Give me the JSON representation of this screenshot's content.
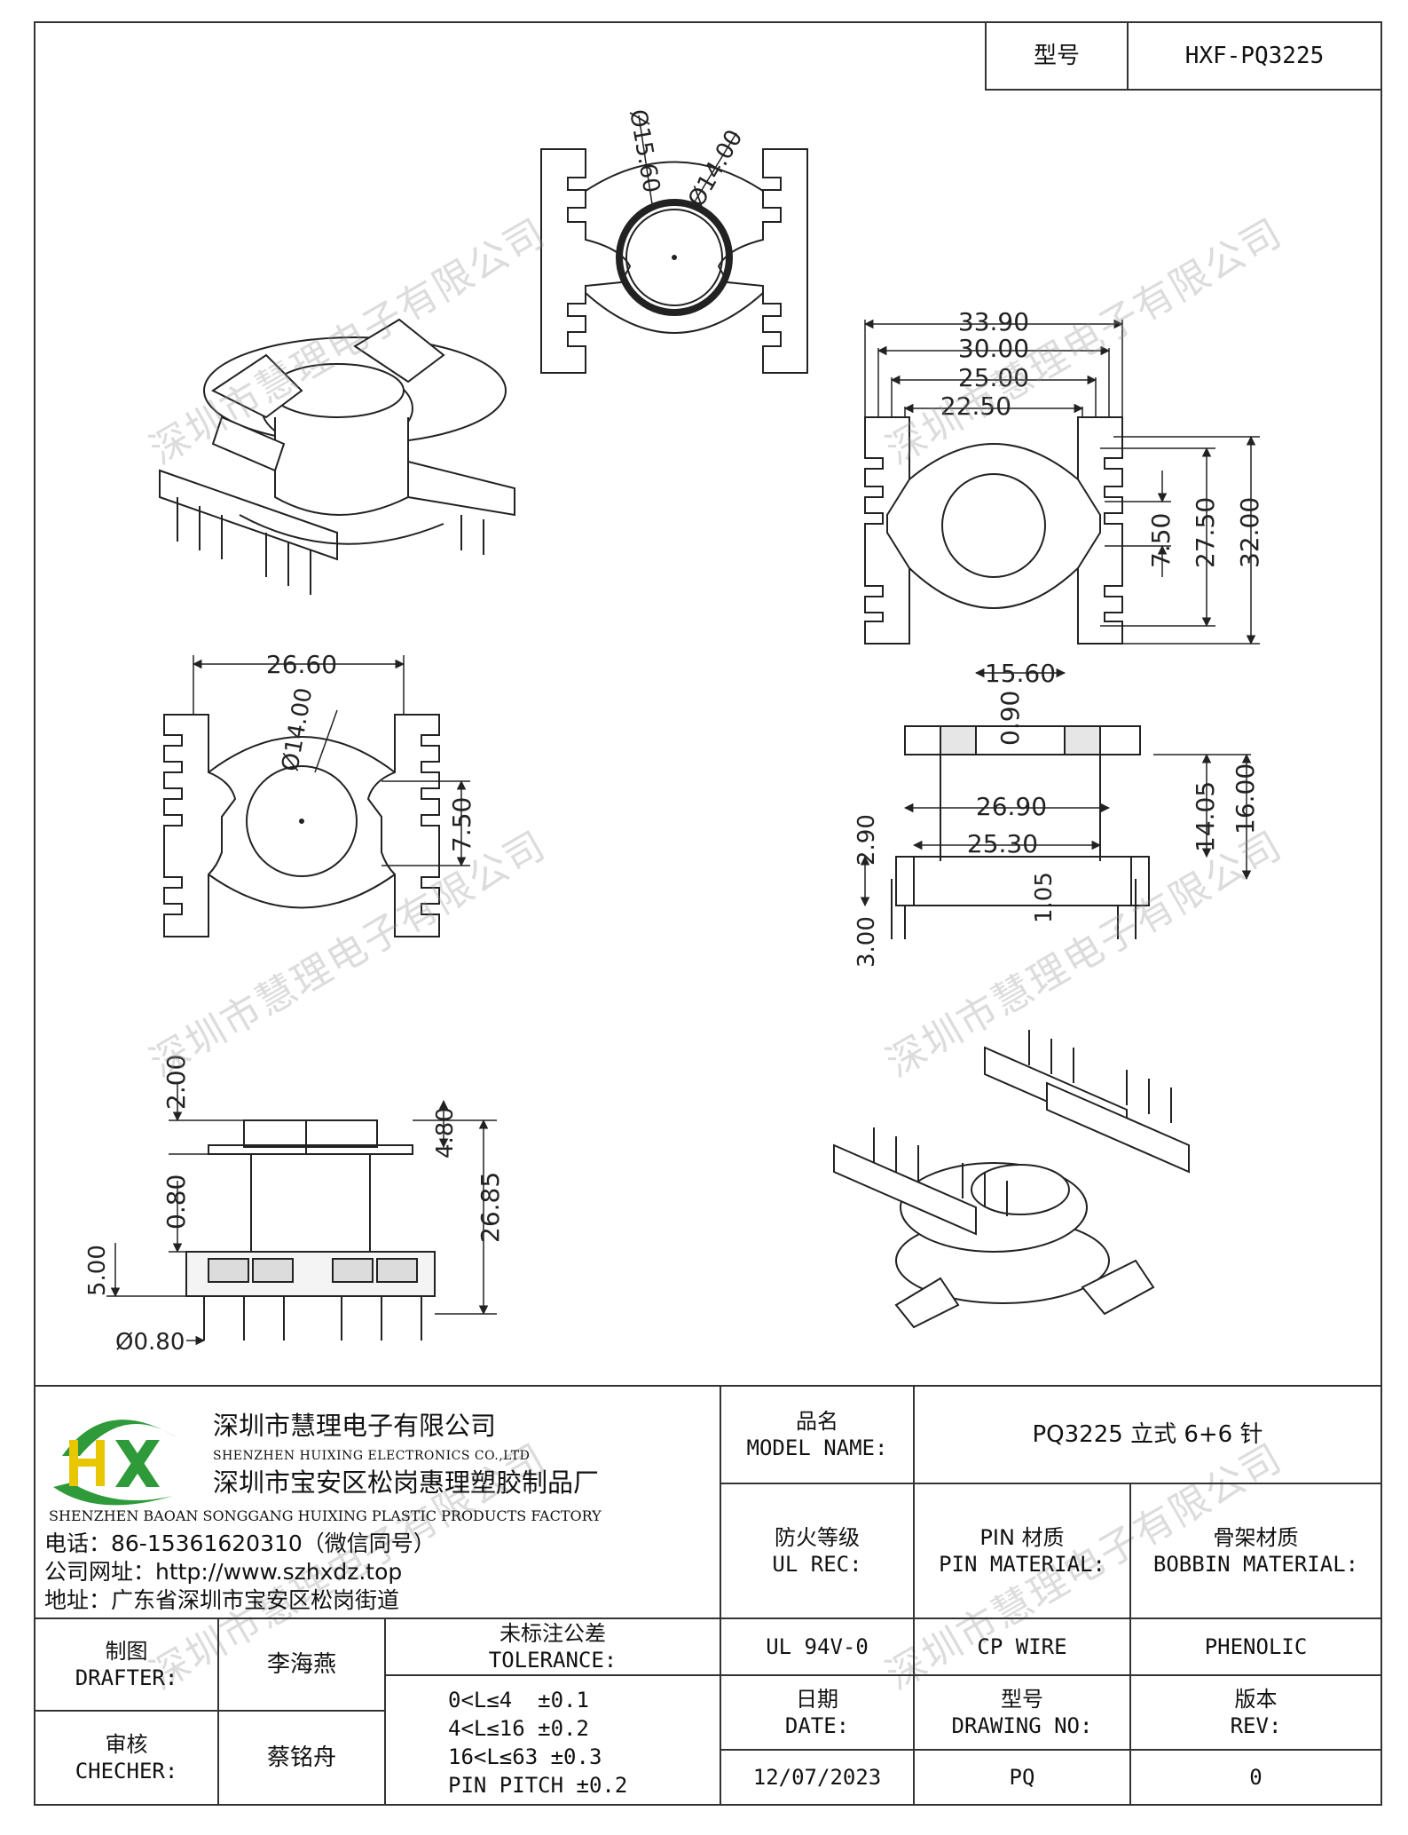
{
  "model_box": {
    "label": "型号",
    "value": "HXF-PQ3225"
  },
  "dims": {
    "top": {
      "d1": "Ø15.60",
      "d2": "Ø14.00"
    },
    "right_top": {
      "w1": "33.90",
      "w2": "30.00",
      "w3": "25.00",
      "w4": "22.50",
      "h1": "7.50",
      "h2": "27.50",
      "h3": "32.00"
    },
    "left_mid": {
      "w": "26.60",
      "d": "Ø14.00",
      "h": "7.50"
    },
    "right_mid": {
      "w1": "15.60",
      "t1": "0.90",
      "w2": "26.90",
      "w3": "25.30",
      "h1": "14.05",
      "h2": "16.00",
      "h3": "2.90",
      "h4": "1.05",
      "h5": "3.00"
    },
    "left_bottom": {
      "a": "2.00",
      "b": "4.80",
      "c": "0.80",
      "d": "26.85",
      "e": "5.00",
      "f": "Ø0.80"
    }
  },
  "watermark": "深圳市慧理电子有限公司",
  "company": {
    "logo_text": "HX",
    "name_cn": "深圳市慧理电子有限公司",
    "name_en": "SHENZHEN HUIXING ELECTRONICS CO.,LTD",
    "factory_cn": "深圳市宝安区松岗惠理塑胶制品厂",
    "factory_en": "SHENZHEN BAOAN SONGGANG HUIXING PLASTIC PRODUCTS FACTORY",
    "phone": "电话：86-15361620310（微信同号）",
    "website": "公司网址：http://www.szhxdz.top",
    "address": "地址：广东省深圳市宝安区松岗街道"
  },
  "title_block": {
    "model_name_cn": "品名",
    "model_name_en": "MODEL NAME:",
    "model_name_value": "PQ3225 立式 6+6 针",
    "fire_cn": "防火等级",
    "fire_en": "UL REC:",
    "pin_cn": "PIN 材质",
    "pin_en": "PIN MATERIAL:",
    "bobbin_cn": "骨架材质",
    "bobbin_en": "BOBBIN MATERIAL:",
    "fire_value": "UL 94V-0",
    "pin_value": "CP WIRE",
    "bobbin_value": "PHENOLIC",
    "drafter_cn": "制图",
    "drafter_en": "DRAFTER:",
    "drafter_value": "李海燕",
    "checker_cn": "审核",
    "checker_en": "CHECHER:",
    "checker_value": "蔡铭舟",
    "tol_cn": "未标注公差",
    "tol_en": "TOLERANCE:",
    "tol_lines": [
      "0<L≤4  ±0.1",
      "4<L≤16 ±0.2",
      "16<L≤63 ±0.3",
      "PIN PITCH ±0.2"
    ],
    "date_cn": "日期",
    "date_en": "DATE:",
    "date_value": "12/07/2023",
    "drawing_cn": "型号",
    "drawing_en": "DRAWING NO:",
    "drawing_value": "PQ",
    "rev_cn": "版本",
    "rev_en": "REV:",
    "rev_value": "0"
  },
  "colors": {
    "logo_green": "#2e9a3a",
    "logo_yellow": "#e8c600"
  }
}
